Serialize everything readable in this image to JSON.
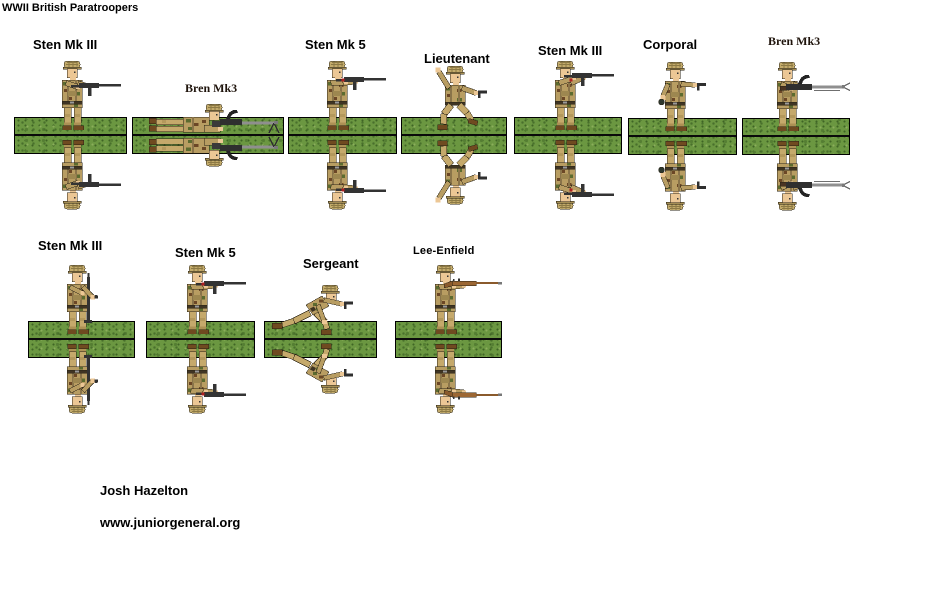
{
  "page": {
    "title": "WWII British Paratroopers"
  },
  "credits": {
    "author": "Josh Hazelton",
    "website": "www.juniorgeneral.org"
  },
  "colors": {
    "background": "#ffffff",
    "text": "#000000",
    "base_green": "#6b9741",
    "base_green_dark": "#48702c",
    "base_green_light": "#8bae5c",
    "camo_base": "#b89d62",
    "camo_green": "#5c6b2f",
    "camo_brown": "#6b4726",
    "trousers": "#c5a96b",
    "knee_patch": "#b3985c",
    "gaiter": "#ad9155",
    "helmet": "#c3ab6b",
    "helmet_brim": "#a48e55",
    "strap": "#8a744a",
    "skin": "#ecc795",
    "boots": "#6f4a20",
    "belt": "#3f3423",
    "gun_metal": "#333333",
    "gun_dark": "#2f2f2f",
    "gun_barrel": "#8f8f8f",
    "rifle_wood": "#9c6733",
    "accent_red": "#b02020"
  },
  "figures": [
    {
      "label": "Sten Mk III",
      "pose": "standing-sten-hip",
      "label_font": "sans"
    },
    {
      "label": "Bren Mk3",
      "pose": "prone-bren",
      "label_font": "serif"
    },
    {
      "label": "Sten Mk 5",
      "pose": "standing-sten-aim",
      "label_font": "sans"
    },
    {
      "label": "Lieutenant",
      "pose": "running-pistol",
      "label_font": "sans"
    },
    {
      "label": "Sten Mk III",
      "pose": "standing-sten-aim-high",
      "label_font": "sans"
    },
    {
      "label": "Corporal",
      "pose": "standing-pistol-grenade",
      "label_font": "sans"
    },
    {
      "label": "Bren Mk3",
      "pose": "standing-bren",
      "label_font": "serif"
    },
    {
      "label": "Sten Mk III",
      "pose": "walking-sten-slung",
      "label_font": "sans"
    },
    {
      "label": "Sten Mk 5",
      "pose": "standing-sten-aim",
      "label_font": "sans"
    },
    {
      "label": "Sergeant",
      "pose": "crouching-pistol",
      "label_font": "sans"
    },
    {
      "label": "Lee-Enfield",
      "pose": "standing-rifle-aim",
      "label_font": "sans-small"
    }
  ]
}
